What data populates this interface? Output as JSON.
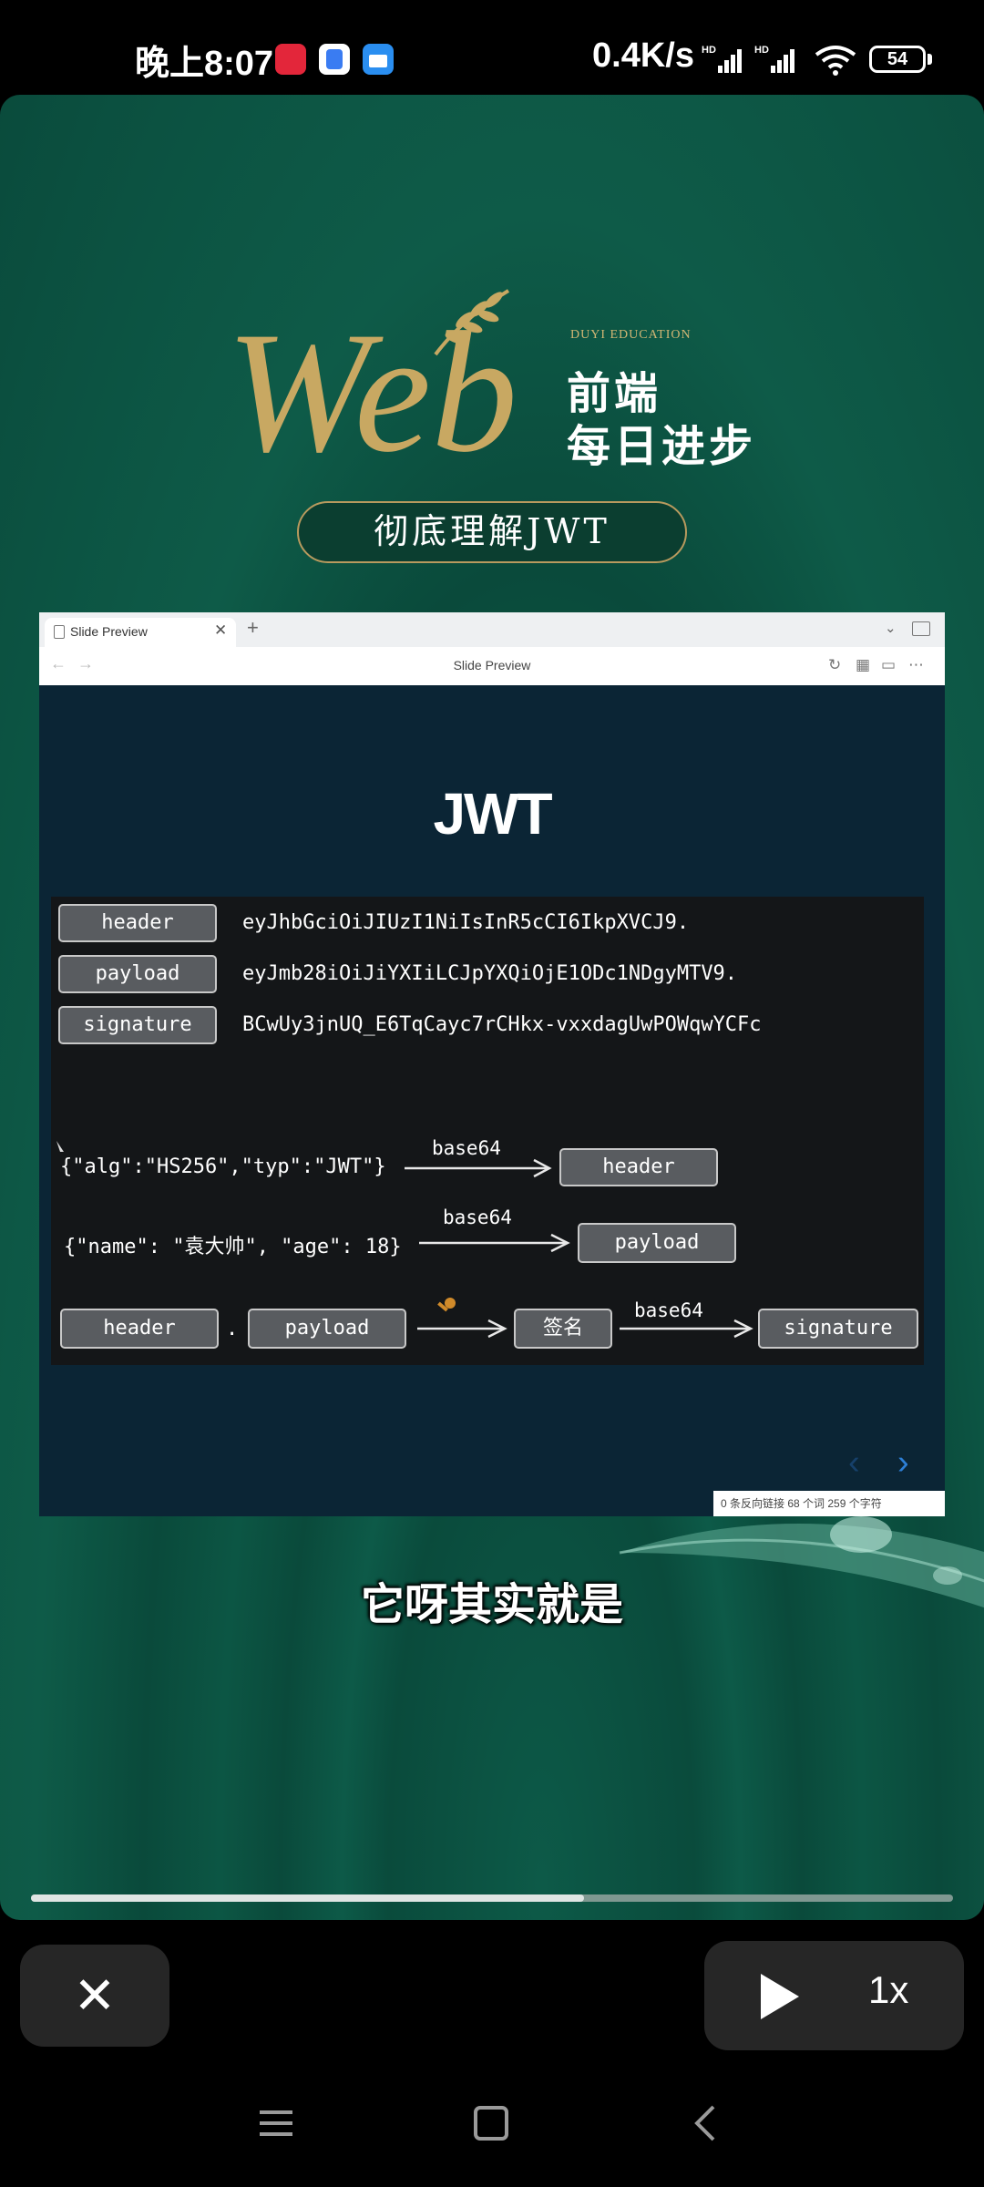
{
  "status_bar": {
    "time": "晚上8:07",
    "net_speed": "0.4K/s",
    "battery": "54",
    "icons": [
      "app-red-icon",
      "app-blue-icon",
      "app-calendar-icon",
      "hd-signal-icon",
      "hd-signal-icon",
      "wifi-icon"
    ]
  },
  "logo": {
    "web": "Web",
    "brand": "DUYI EDUCATION",
    "line1": "前端",
    "line2": "每日进步"
  },
  "video_title": "彻底理解JWT",
  "browser": {
    "tab_title": "Slide Preview",
    "address": "Slide Preview"
  },
  "slide": {
    "title": "JWT",
    "rows": [
      {
        "label": "header",
        "value": "eyJhbGciOiJIUzI1NiIsInR5cCI6IkpXVCJ9."
      },
      {
        "label": "payload",
        "value": "eyJmb28iOiJiYXIiLCJpYXQiOjE1ODc1NDgyMTV9."
      },
      {
        "label": "signature",
        "value": "BCwUy3jnUQ_E6TqCayc7rCHkx-vxxdagUwPOWqwYCFc"
      }
    ],
    "flow1": {
      "source": "{\"alg\":\"HS256\",\"typ\":\"JWT\"}",
      "arrow_label": "base64",
      "target": "header"
    },
    "flow2": {
      "source": "{\"name\": \"袁大帅\", \"age\": 18}",
      "arrow_label": "base64",
      "target": "payload"
    },
    "flow3": {
      "part1": "header",
      "dot": ".",
      "part2": "payload",
      "sign": "签名",
      "arrow_label": "base64",
      "target": "signature"
    },
    "status": "0 条反向链接   68 个词  259 个字符"
  },
  "subtitle": "它呀其实就是",
  "playback": {
    "progress_fraction": 0.6,
    "speed": "1x"
  },
  "colors": {
    "bg_green": "#0a4b3c",
    "gold": "#d2b674",
    "slide_bg": "#0b2535",
    "panel_bg": "#141618",
    "box_gray": "#595c60"
  }
}
